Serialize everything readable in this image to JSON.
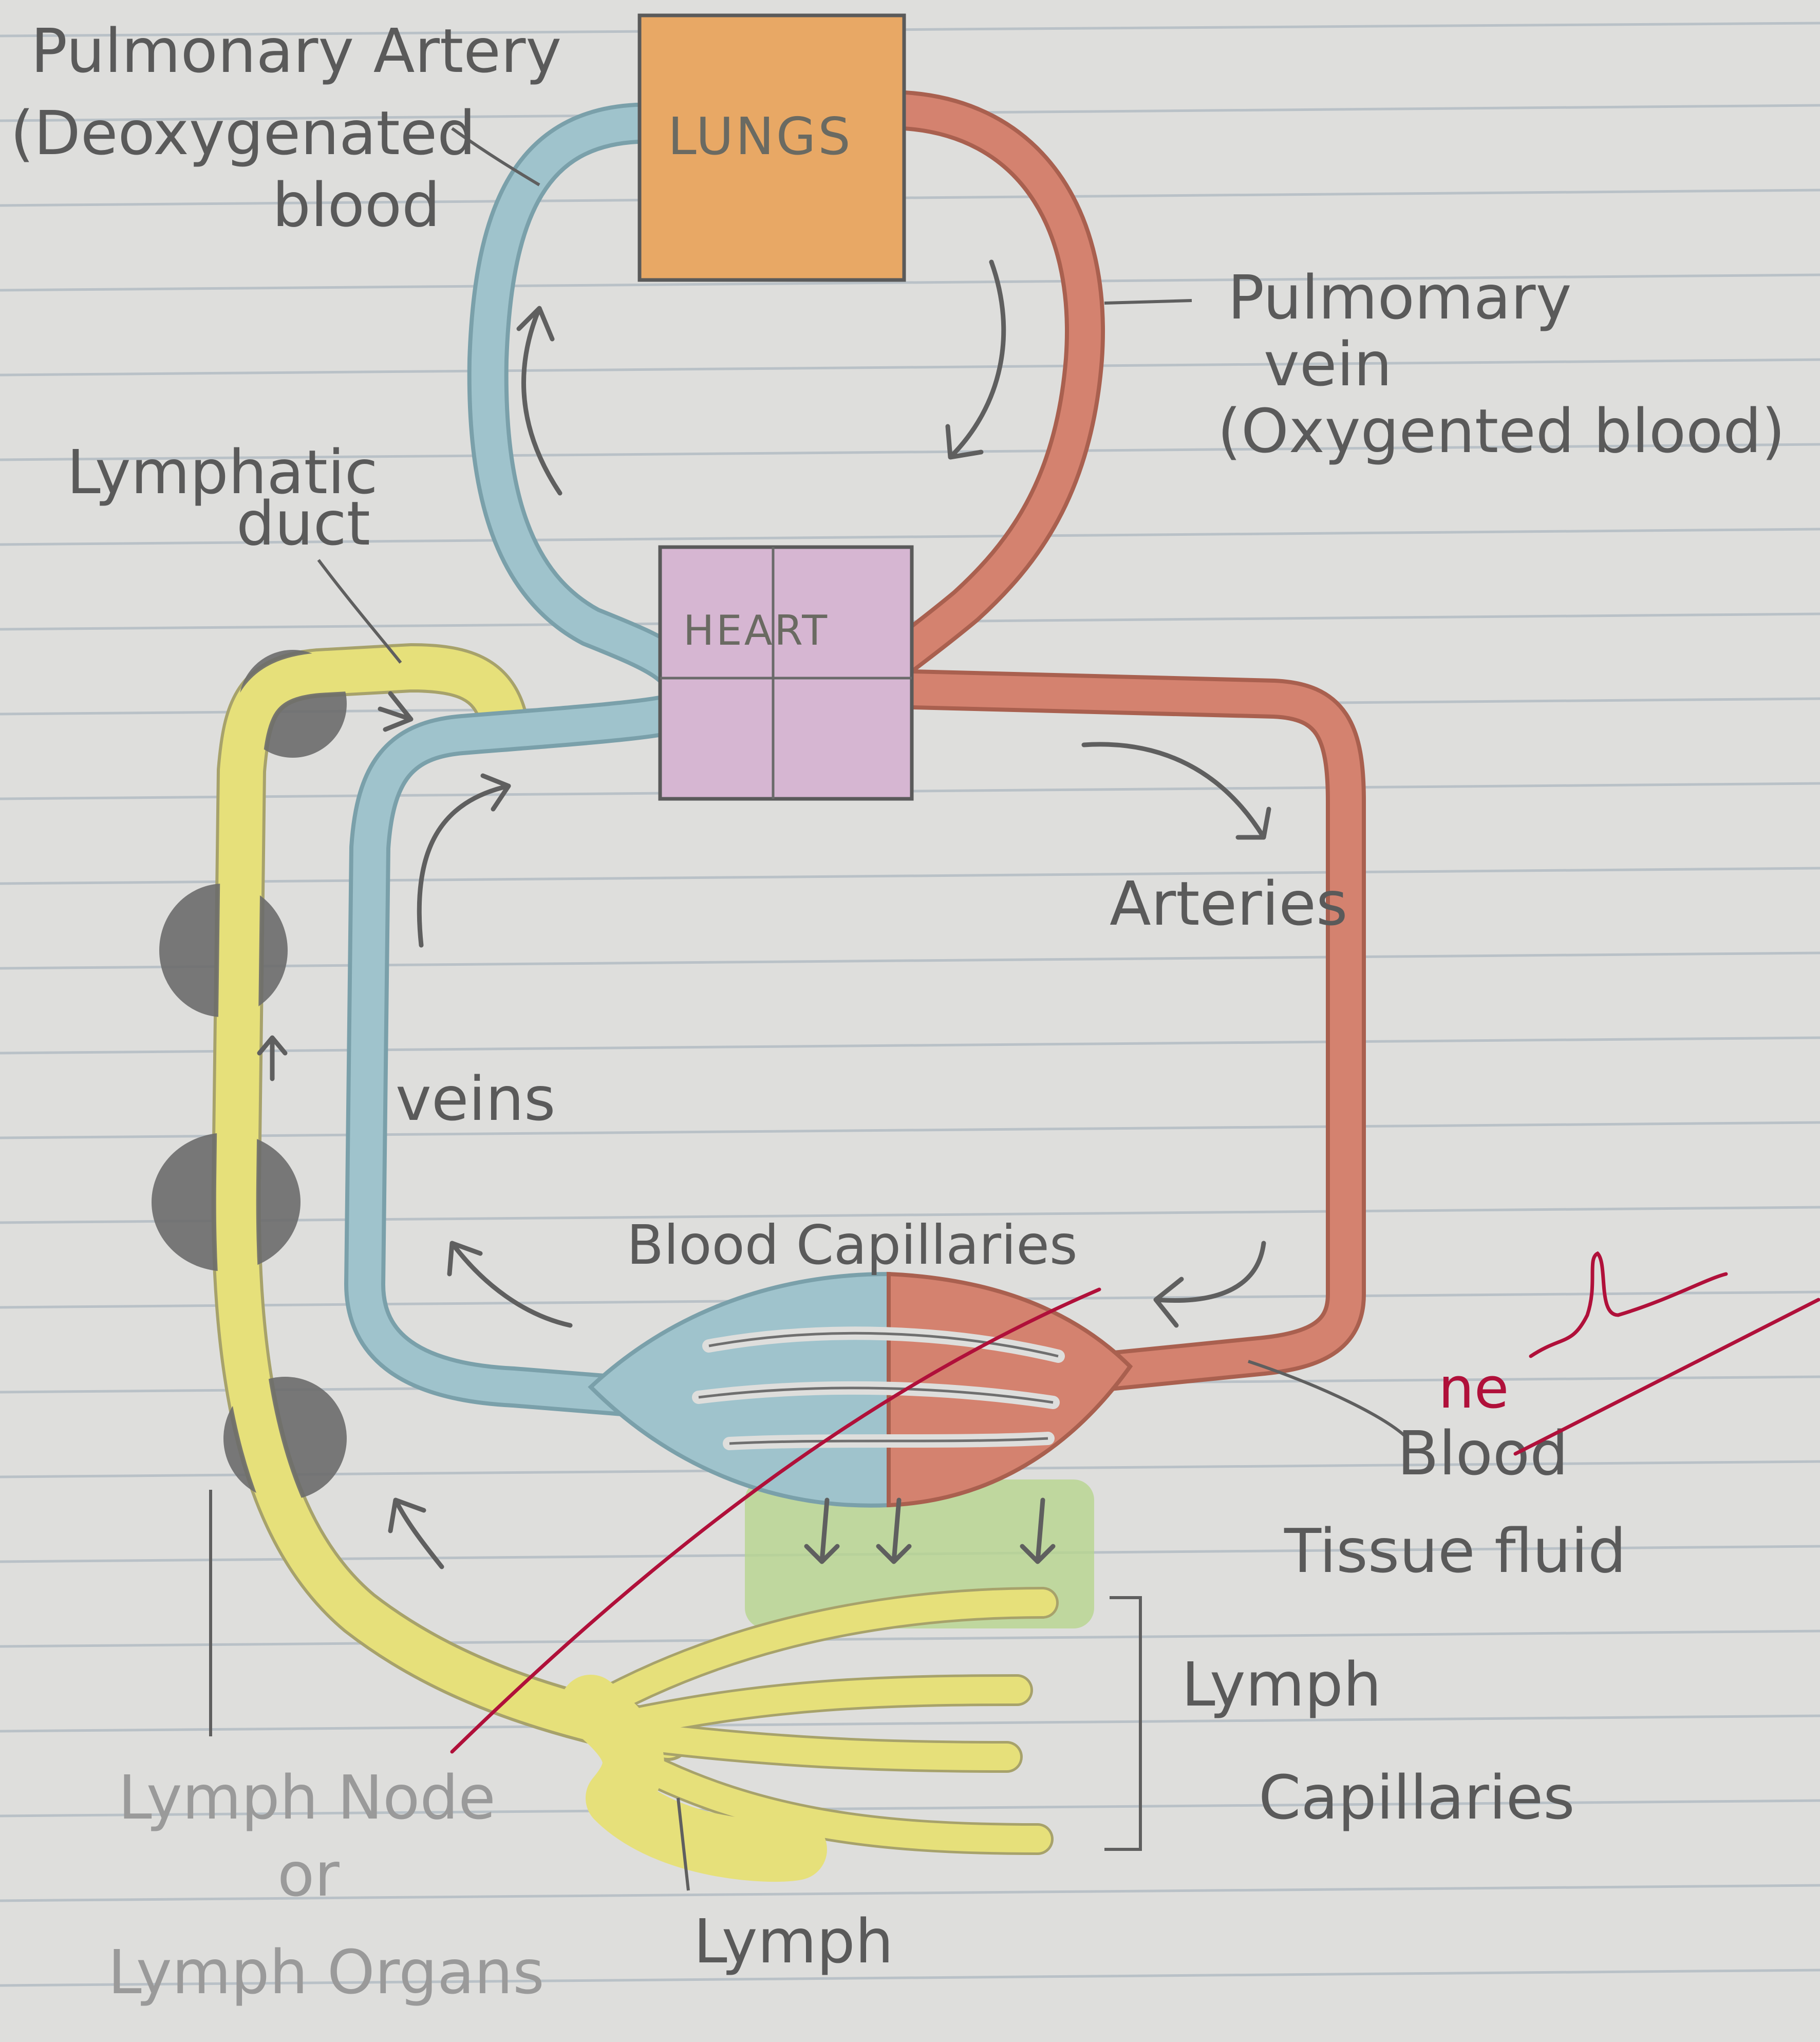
{
  "organs": {
    "lungs": "LUNGS",
    "heart": "HEART"
  },
  "labels": {
    "pulmonary_artery": [
      "Pulmonary Artery",
      "(Deoxygenated",
      "blood"
    ],
    "pulmonary_vein": [
      "Pulmomary",
      "vein",
      "(Oxygented blood)"
    ],
    "lymphatic_duct": [
      "Lymphatic",
      "duct"
    ],
    "arteries": "Arteries",
    "veins": "veins",
    "blood_capillaries": "Blood Capillaries",
    "blood": "Blood",
    "tissue_fluid": "Tissue fluid",
    "lymph_capillaries": [
      "Lymph",
      "Capillaries"
    ],
    "lymph_node": [
      "Lymph Node",
      "or",
      "Lymph Organs"
    ],
    "lymph": "Lymph"
  },
  "correction": "ne",
  "colors": {
    "vein_blue": "#9fc3cc",
    "artery_red": "#d4826f",
    "lymph_yellow": "#e6e07a",
    "lungs_orange": "#e8a865",
    "heart_pink": "#d6b6d2",
    "tissue_green": "#b6d48f",
    "node_gray": "#6b6b6b",
    "ink_red": "#b0103a"
  }
}
